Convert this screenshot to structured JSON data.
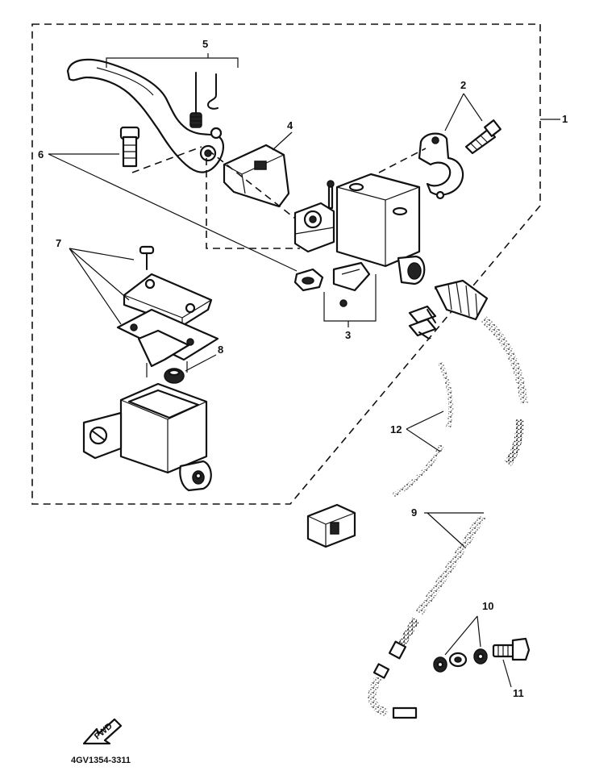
{
  "diagram": {
    "callouts": {
      "c1": "1",
      "c2": "2",
      "c3": "3",
      "c4": "4",
      "c5": "5",
      "c6": "6",
      "c7": "7",
      "c8": "8",
      "c9": "9",
      "c10": "10",
      "c11": "11",
      "c12": "12"
    },
    "part_code": "4GV1354-3311",
    "fwd_label": "FWD"
  }
}
